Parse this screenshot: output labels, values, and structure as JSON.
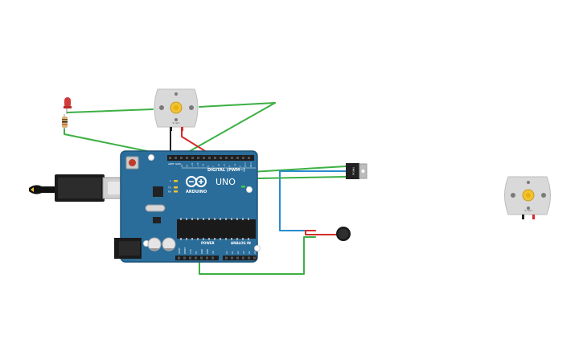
{
  "board": {
    "brand": "ARDUINO",
    "model": "UNO",
    "digital_label": "DIGITAL (PWM~)",
    "power_label": "POWER",
    "analog_label": "ANALOG IN",
    "on_label": "ON",
    "tx_label": "TX",
    "rx_label": "RX",
    "l_label": "L",
    "aref_label": "AREF",
    "gnd_label": "GND",
    "pin_labels_digital": [
      "13",
      "12",
      "~11",
      "~10",
      "~9",
      "8",
      "7",
      "~6",
      "~5",
      "4",
      "~3",
      "2",
      "TX 1",
      "RX 0"
    ],
    "pin_labels_power": [
      "IOREF",
      "RESET",
      "3.3V",
      "5V",
      "GND",
      "GND",
      "Vin"
    ],
    "pin_labels_analog": [
      "A0",
      "A1",
      "A2",
      "A3",
      "A4",
      "A5"
    ]
  },
  "motor": {
    "label": "9 rpm"
  },
  "sensor": {
    "label": "TMP36"
  },
  "colors": {
    "board": "#2b6d9a",
    "wire_green": "#3bb043",
    "wire_blue": "#2a8ccf",
    "wire_red": "#d62b2b",
    "wire_black": "#222222",
    "motor_body": "#d9d9d9",
    "motor_shaft": "#f2c230"
  },
  "icons": [
    "led-icon",
    "resistor-icon",
    "dc-motor-icon",
    "vibration-motor-icon",
    "usb-cable-icon",
    "temperature-sensor-icon"
  ]
}
